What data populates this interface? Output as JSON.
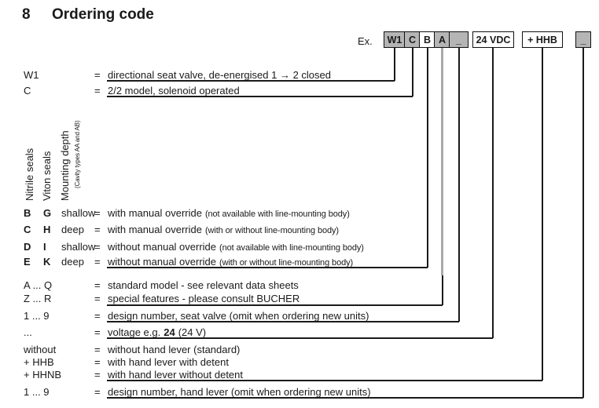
{
  "title": {
    "number": "8",
    "text": "Ordering code"
  },
  "eq": "=",
  "example": {
    "label": "Ex.",
    "boxes": [
      {
        "label": "W1"
      },
      {
        "label": "C"
      },
      {
        "label": "B"
      },
      {
        "label": "A"
      },
      {
        "label": "_"
      },
      {
        "label": "24 VDC"
      },
      {
        "label": "+ HHB"
      },
      {
        "label": "_"
      }
    ]
  },
  "rotated_headers": {
    "nitrile": "Nitrile seals",
    "viton": "Viton seals",
    "mounting": "Mounting depth",
    "cavity": "(Cavity types AA and AB)"
  },
  "rows": [
    {
      "label": "W1",
      "desc": "directional seat valve, de-energised 1 → 2 closed"
    },
    {
      "label": "C",
      "desc": "2/2 model, solenoid operated"
    },
    {
      "label": "B",
      "col2": "G",
      "col3": "shallow",
      "desc": "with manual override",
      "note": "(not available with line-mounting body)"
    },
    {
      "label": "C",
      "col2": "H",
      "col3": "deep",
      "desc": "with manual override",
      "note": "(with or without line-mounting body)"
    },
    {
      "label": "D",
      "col2": "I",
      "col3": "shallow",
      "desc": "without manual override",
      "note": "(not available with line-mounting body)"
    },
    {
      "label": "E",
      "col2": "K",
      "col3": "deep",
      "desc": "without manual override",
      "note": "(with or without line-mounting body)"
    },
    {
      "label": "A ... Q",
      "desc": "standard model - see relevant data sheets"
    },
    {
      "label": "Z ... R",
      "desc": "special features - please consult BUCHER"
    },
    {
      "label": "1 ... 9",
      "desc": "design number, seat valve (omit when ordering new units)"
    },
    {
      "label": "...",
      "desc_pre": "voltage e.g.",
      "desc_bold": "24",
      "desc_post": "(24 V)"
    },
    {
      "label": "without",
      "desc": "without hand lever (standard)"
    },
    {
      "label": "+ HHB",
      "desc": "with hand lever with detent"
    },
    {
      "label": "+ HHNB",
      "desc": "with hand lever without detent"
    },
    {
      "label": "1 ... 9",
      "desc": "design number, hand lever (omit when ordering new units)"
    }
  ],
  "colors": {
    "box_grey": "#b5b5b5",
    "line_black": "#1a1a1a",
    "line_grey": "#a9a9a9"
  }
}
